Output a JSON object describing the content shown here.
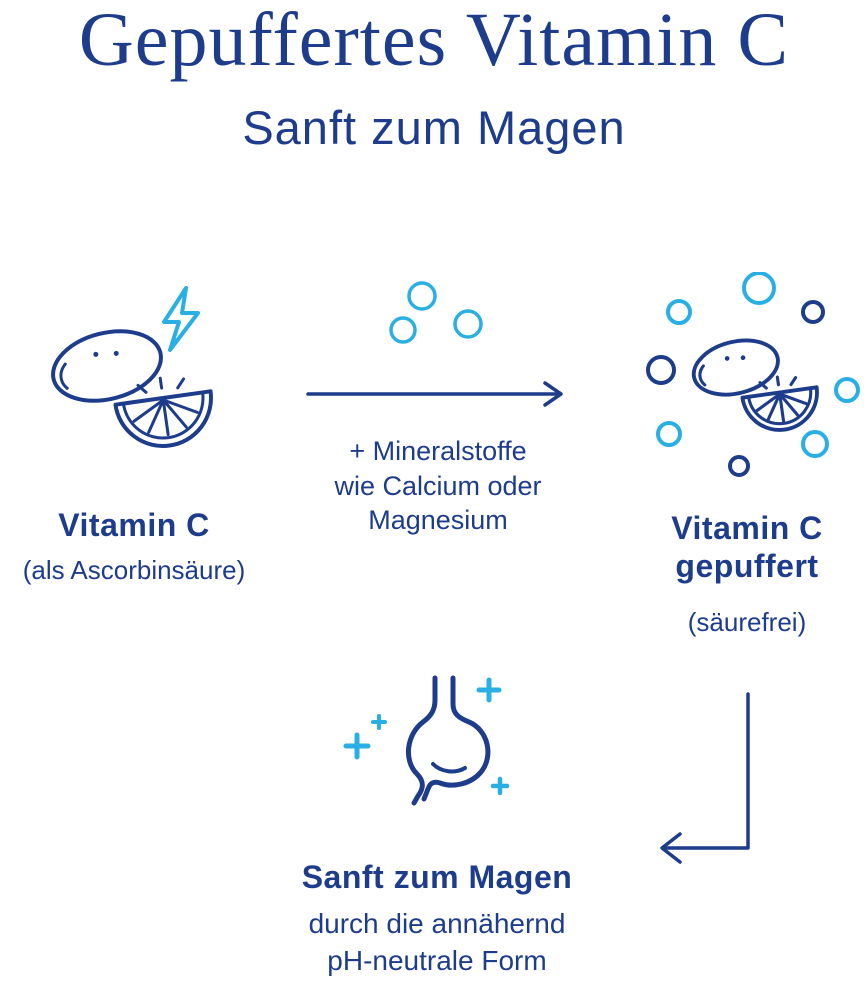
{
  "colors": {
    "navy": "#1d3c8c",
    "cyan": "#29afe3"
  },
  "header": {
    "title": "Gepuffertes Vitamin C",
    "subtitle": "Sanft zum Magen"
  },
  "flow": {
    "source": {
      "icon": "lemon-lightning-icon",
      "label": "Vitamin C",
      "sublabel": "(als Ascorbinsäure)"
    },
    "transition": {
      "bubbles_icon": "mineral-bubbles-icon",
      "arrow_icon": "right-arrow-icon",
      "caption_lines": [
        "+ Mineralstoffe",
        "wie Calcium oder",
        "Magnesium"
      ]
    },
    "result": {
      "icon": "buffered-lemon-icon",
      "label_line1": "Vitamin C",
      "label_line2": "gepuffert",
      "sublabel": "(säurefrei)"
    },
    "connector_icon": "elbow-arrow-icon",
    "outcome": {
      "icon": "stomach-icon",
      "label": "Sanft zum Magen",
      "sublabel_line1": "durch die annähernd",
      "sublabel_line2": "pH-neutrale Form"
    }
  }
}
